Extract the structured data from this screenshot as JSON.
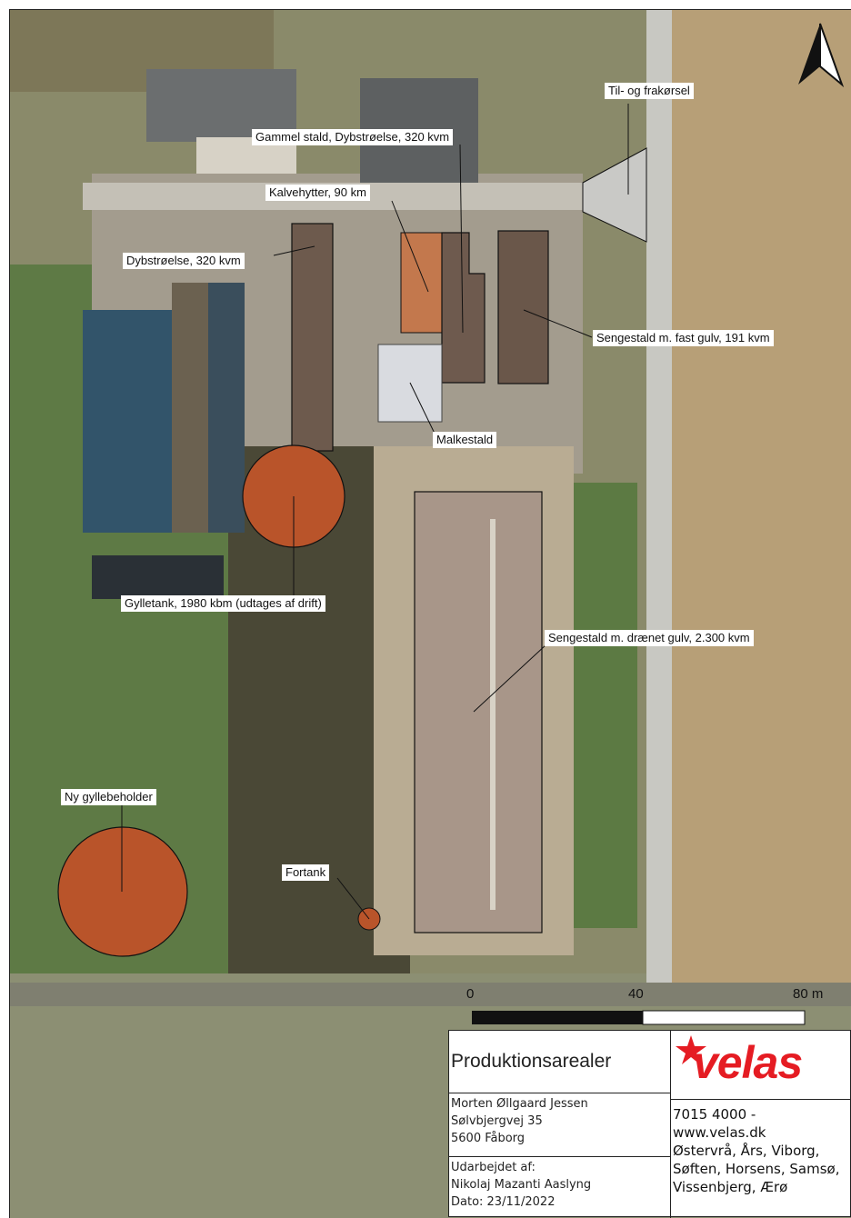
{
  "map": {
    "labels": [
      {
        "id": "til-frakorsel",
        "text": "Til- og frakørsel"
      },
      {
        "id": "gammel-stald",
        "text": "Gammel stald, Dybstrøelse, 320 kvm"
      },
      {
        "id": "kalvehytter",
        "text": "Kalvehytter, 90 km"
      },
      {
        "id": "dybstroelse",
        "text": "Dybstrøelse, 320 kvm"
      },
      {
        "id": "sengestald-fast",
        "text": "Sengestald m. fast gulv, 191 kvm"
      },
      {
        "id": "malkestald",
        "text": "Malkestald"
      },
      {
        "id": "gylletank",
        "text": "Gylletank, 1980 kbm (udtages af drift)"
      },
      {
        "id": "sengestald-draenet",
        "text": "Sengestald m. drænet gulv, 2.300 kvm"
      },
      {
        "id": "ny-gyllebeholder",
        "text": "Ny gyllebeholder"
      },
      {
        "id": "fortank",
        "text": "Fortank"
      }
    ],
    "scale_bar": {
      "ticks": [
        "0",
        "40",
        "80 m"
      ]
    },
    "north_arrow_icon": "north-arrow-icon",
    "colors": {
      "tank_fill": "#b9542a",
      "label_bg": "#ffffff",
      "outline": "#111111"
    }
  },
  "title_block": {
    "title": "Produktionsarealer",
    "owner_lines": [
      "Morten Øllgaard Jessen",
      "Sølvbjergvej 35",
      "5600 Fåborg"
    ],
    "prepared_lines": [
      "Udarbejdet af:",
      "Nikolaj Mazanti Aaslyng",
      "Dato: 23/11/2022"
    ],
    "logo_text": "velas",
    "contact_lines": [
      "7015 4000 -",
      "www.velas.dk",
      "Østervrå, Års, Viborg,",
      "Søften, Horsens, Samsø,",
      "Vissenbjerg, Ærø"
    ],
    "logo_color": "#e51c23"
  }
}
